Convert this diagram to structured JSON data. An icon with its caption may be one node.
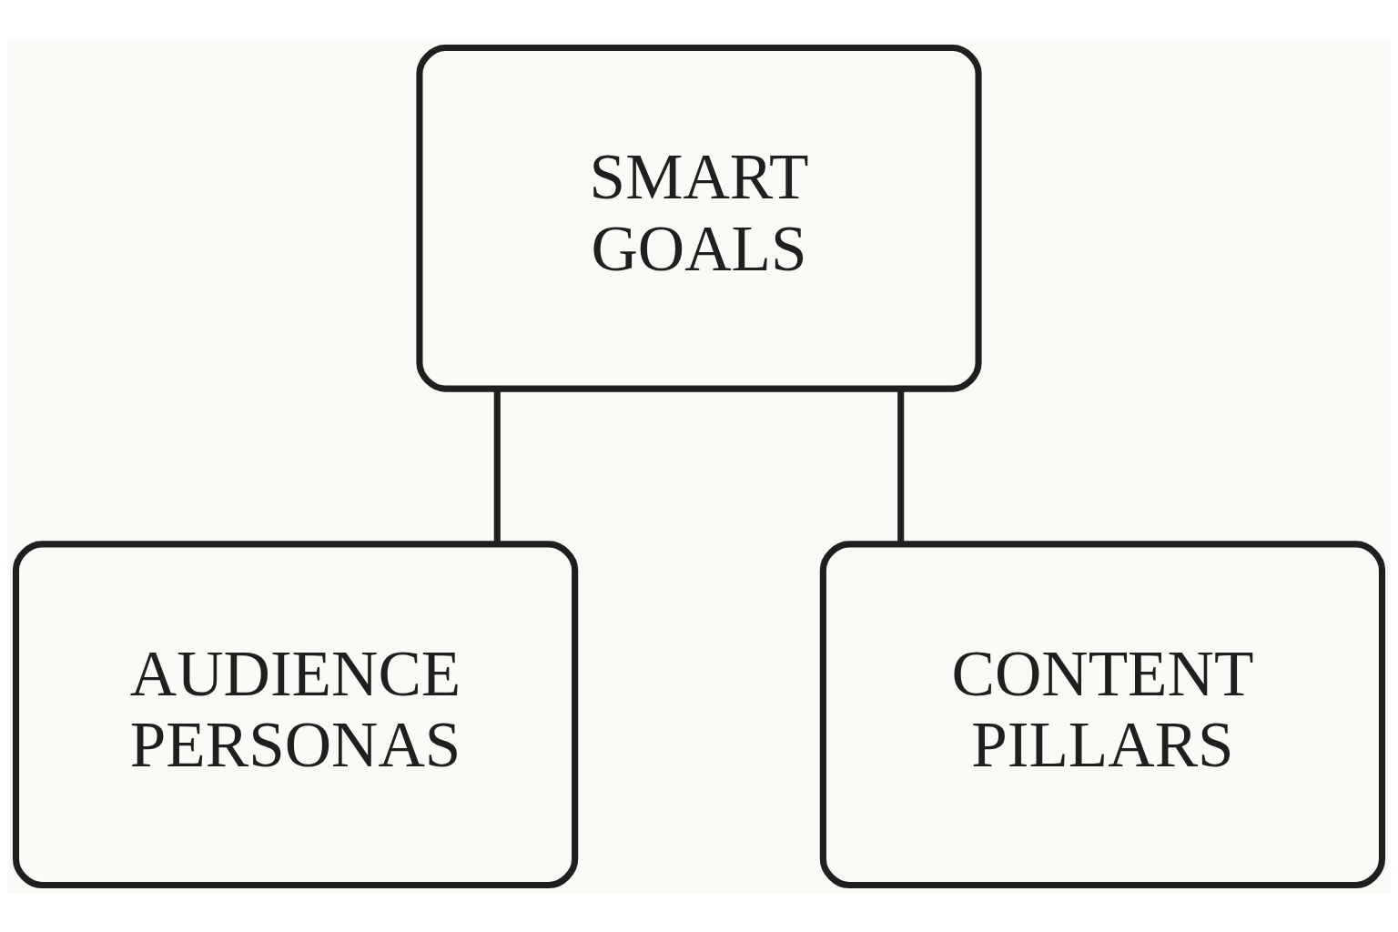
{
  "diagram": {
    "nodes": [
      {
        "text": [
          "SMART GOALS"
        ]
      },
      {
        "text": [
          "AUDIENCE PERSONAS"
        ]
      },
      {
        "text": [
          "CONTENT PILLARS"
        ]
      }
    ],
    "edges": [
      {
        "from": 0,
        "to": 1,
        "arrow": "none"
      },
      {
        "from": 0,
        "to": 2,
        "arrow": "none"
      }
    ]
  }
}
